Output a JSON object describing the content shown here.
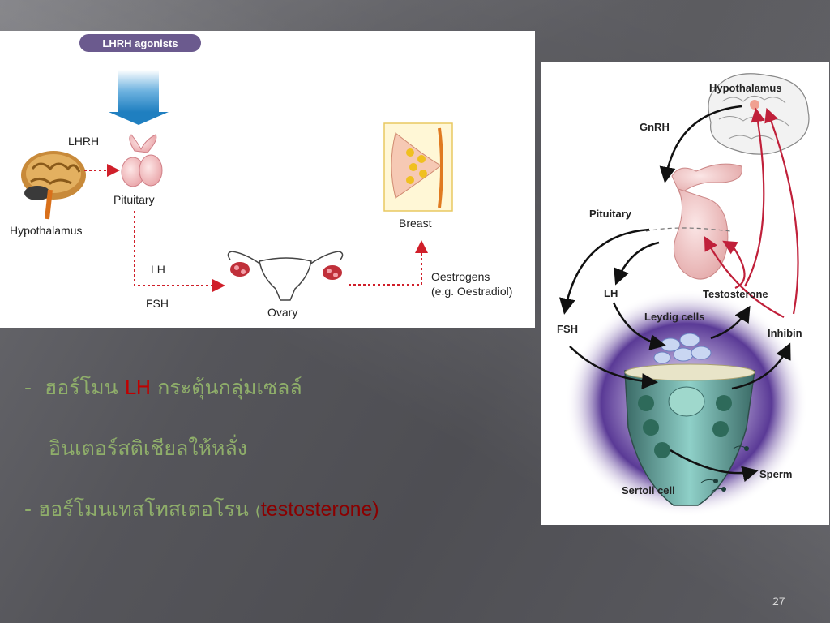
{
  "left_diagram": {
    "agonist_label": "LHRH agonists",
    "lhrh_label": "LHRH",
    "hypothalamus_label": "Hypothalamus",
    "pituitary_label": "Pituitary",
    "lh_label": "LH",
    "fsh_label": "FSH",
    "ovary_label": "Ovary",
    "breast_label": "Breast",
    "oestrogens_label": "Oestrogens",
    "oestradiol_label": "(e.g. Oestradiol)"
  },
  "right_diagram": {
    "hypothalamus_label": "Hypothalamus",
    "gnrh_label": "GnRH",
    "pituitary_label": "Pituitary",
    "lh_label": "LH",
    "testosterone_label": "Testosterone",
    "fsh_label": "FSH",
    "leydig_label": "Leydig cells",
    "inhibin_label": "Inhibin",
    "sperm_label": "Sperm",
    "sertoli_label": "Sertoli cell"
  },
  "text": {
    "bullet1_dash": "-",
    "bullet1_prefix": "ฮอร์โมน",
    "bullet1_lh": "LH",
    "bullet1_suffix": "กระตุ้นกลุ่มเซลล์",
    "bullet2": "อินเตอร์สติเชียลให้หลั่ง",
    "bullet3_prefix": "- ฮอร์โมนเทสโทสเตอโรน",
    "bullet3_paren": "(",
    "bullet3_term": "testosterone)"
  },
  "page_number": "27",
  "colors": {
    "agonist_pill": "#6b5a8e",
    "arrow_blue": "#1f7fc0",
    "dotted_red": "#d01f2a",
    "thai_text_green": "#8fae6a",
    "highlight_red": "#c00000"
  }
}
